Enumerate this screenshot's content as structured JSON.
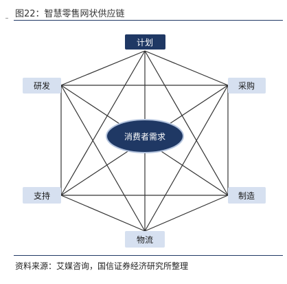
{
  "figure": {
    "title": "图22：智慧零售网状供应链",
    "source": "资料来源：艾媒咨询，国信证券经济研究所整理"
  },
  "diagram": {
    "center": {
      "label": "消费者需求"
    },
    "nodes": {
      "plan": "计划",
      "procure": "采购",
      "manufacture": "制造",
      "logistics": "物流",
      "support": "支持",
      "rnd": "研发"
    }
  },
  "colors": {
    "dark_navy": "#1f3864",
    "light_box": "#d6e0f0",
    "line": "#333333"
  }
}
